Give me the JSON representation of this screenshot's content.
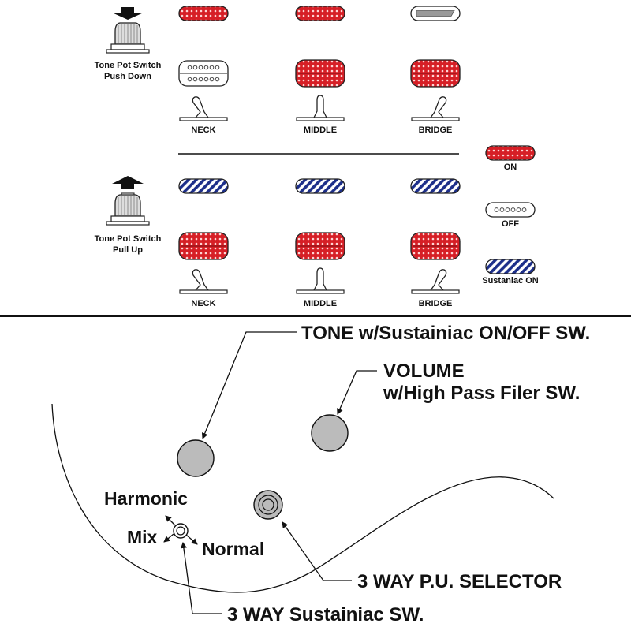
{
  "upper": {
    "knob_label": [
      "Tone Pot Switch",
      "Push Down"
    ],
    "switch_labels": [
      "NECK",
      "MIDDLE",
      "BRIDGE"
    ]
  },
  "lower": {
    "knob_label": [
      "Tone Pot Switch",
      "Pull Up"
    ],
    "switch_labels": [
      "NECK",
      "MIDDLE",
      "BRIDGE"
    ]
  },
  "legend": {
    "on": "ON",
    "off": "OFF",
    "sustaniac": "Sustaniac ON"
  },
  "callouts": {
    "tone": "TONE w/Sustainiac ON/OFF SW.",
    "volume_1": "VOLUME",
    "volume_2": "w/High Pass Filer SW.",
    "selector": "3 WAY P.U. SELECTOR",
    "sustainiac_sw": "3 WAY Sustainiac SW.",
    "mini_harmonic": "Harmonic",
    "mini_mix": "Mix",
    "mini_normal": "Normal"
  },
  "colors": {
    "on": "#d61f26",
    "sustainiac": "#1d2f8a",
    "off": "#ffffff",
    "knob": "#bbbbbb",
    "line": "#111111"
  }
}
